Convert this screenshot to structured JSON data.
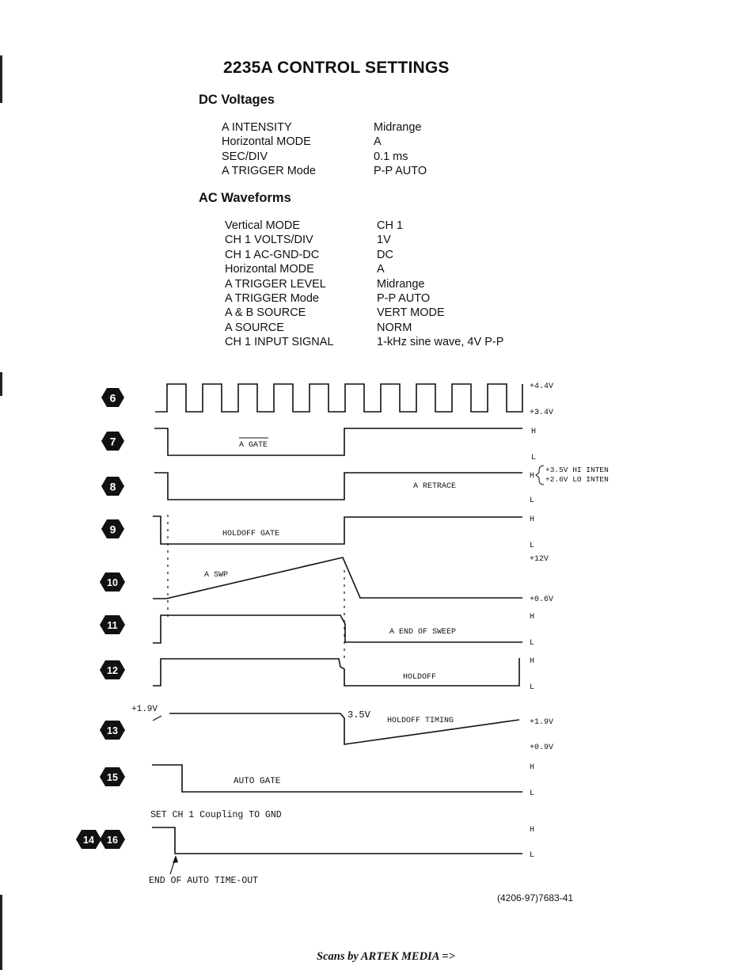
{
  "title": "2235A CONTROL SETTINGS",
  "dc_section": {
    "heading": "DC Voltages",
    "rows": [
      {
        "label": "A INTENSITY",
        "value": "Midrange"
      },
      {
        "label": "Horizontal MODE",
        "value": "A"
      },
      {
        "label": "SEC/DIV",
        "value": "0.1 ms"
      },
      {
        "label": "A TRIGGER Mode",
        "value": "P-P AUTO"
      }
    ]
  },
  "ac_section": {
    "heading": "AC Waveforms",
    "rows": [
      {
        "label": "Vertical MODE",
        "value": "CH 1"
      },
      {
        "label": "CH 1 VOLTS/DIV",
        "value": "1V"
      },
      {
        "label": "CH 1 AC-GND-DC",
        "value": "DC"
      },
      {
        "label": "Horizontal MODE",
        "value": "A"
      },
      {
        "label": "A TRIGGER LEVEL",
        "value": "Midrange"
      },
      {
        "label": "A TRIGGER Mode",
        "value": "P-P AUTO"
      },
      {
        "label": "A & B SOURCE",
        "value": "VERT MODE"
      },
      {
        "label": "A SOURCE",
        "value": "NORM"
      },
      {
        "label": "CH 1 INPUT SIGNAL",
        "value": "1-kHz sine wave, 4V P-P"
      }
    ]
  },
  "waveforms": {
    "badges": [
      "6",
      "7",
      "8",
      "9",
      "10",
      "11",
      "12",
      "13",
      "15",
      "14",
      "16"
    ],
    "labels": {
      "a_gate": "A GATE",
      "a_retrace": "A RETRACE",
      "holdoff_gate": "HOLDOFF GATE",
      "a_swp": "A SWP",
      "a_end_of_sweep": "A END OF SWEEP",
      "holdoff": "HOLDOFF",
      "holdoff_timing": "HOLDOFF TIMING",
      "auto_gate": "AUTO GATE",
      "set_ch1": "SET CH 1 Coupling TO GND",
      "end_auto": "END OF AUTO TIME-OUT",
      "v_3_5": "3.5V",
      "v_1_9_left": "+1.9V"
    },
    "levels": {
      "w6_high": "+4.4V",
      "w6_low": "+3.4V",
      "w7_high": "H",
      "w7_low": "L",
      "w8_high": "H",
      "w8_note_hi": "+3.5V HI INTEN",
      "w8_note_lo": "+2.6V LO INTEN",
      "w8_low": "L",
      "w9_high": "H",
      "w9_low": "L",
      "w10_high": "+12V",
      "w10_low": "+0.6V",
      "w11_high": "H",
      "w11_low": "L",
      "w12_high": "H",
      "w12_low": "L",
      "w13_high": "+1.9V",
      "w13_low": "+0.9V",
      "w15_high": "H",
      "w15_low": "L",
      "w16_high": "H",
      "w16_low": "L"
    }
  },
  "figure_ref": "(4206-97)7683-41",
  "credit": "Scans by ARTEK MEDIA =>"
}
